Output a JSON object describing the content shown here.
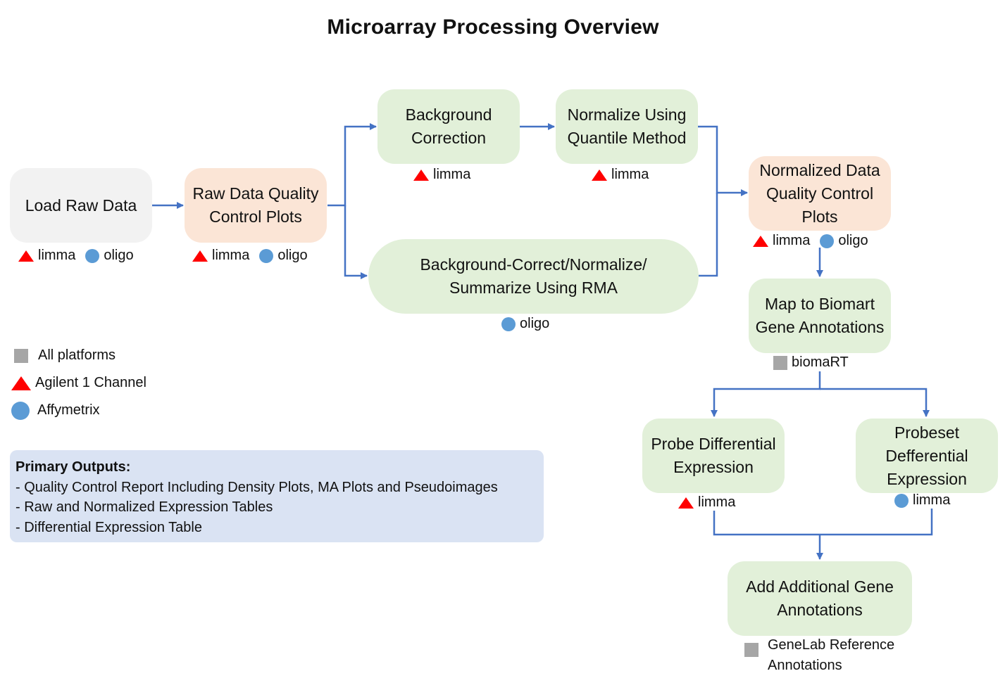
{
  "title": "Microarray Processing Overview",
  "colors": {
    "arrow": "#4472c4",
    "limma_marker": "#ff0000",
    "oligo_marker": "#5b9bd5",
    "all_platforms_marker": "#a6a6a6",
    "gray_box": "#f2f2f2",
    "orange_box": "#fbe5d6",
    "green_box": "#e2f0d9",
    "outputs_box": "#dae3f3"
  },
  "nodes": {
    "load_raw": {
      "label": "Load Raw Data",
      "tools": [
        "limma",
        "oligo"
      ]
    },
    "raw_qc": {
      "label": "Raw Data Quality Control Plots",
      "tools": [
        "limma",
        "oligo"
      ]
    },
    "bg_correction": {
      "label": "Background Correction",
      "tools": [
        "limma"
      ]
    },
    "normalize": {
      "label": "Normalize Using Quantile Method",
      "tools": [
        "limma"
      ]
    },
    "rma": {
      "label_line1": "Background-Correct/Normalize/",
      "label_line2": "Summarize Using RMA",
      "tools": [
        "oligo"
      ]
    },
    "norm_qc": {
      "label": "Normalized Data Quality Control Plots",
      "tools": [
        "limma",
        "oligo"
      ]
    },
    "biomart": {
      "label": "Map to Biomart Gene Annotations",
      "tools": [
        "biomaRT"
      ]
    },
    "probe_de": {
      "label": "Probe Differential Expression",
      "tools": [
        "limma"
      ]
    },
    "probeset_de": {
      "label": "Probeset Defferential Expression",
      "tools": [
        "limma"
      ]
    },
    "add_annot": {
      "label": "Add Additional Gene Annotations",
      "tools_line1": "GeneLab Reference",
      "tools_line2": "Annotations"
    }
  },
  "legend": [
    {
      "symbol": "square-gray",
      "label": "All platforms"
    },
    {
      "symbol": "triangle-red",
      "label": "Agilent 1 Channel"
    },
    {
      "symbol": "circle-blue",
      "label": "Affymetrix"
    }
  ],
  "outputs": {
    "heading": "Primary Outputs:",
    "items": [
      "- Quality Control Report Including Density Plots, MA Plots and Pseudoimages",
      "- Raw and Normalized Expression Tables",
      "- Differential Expression Table"
    ]
  }
}
